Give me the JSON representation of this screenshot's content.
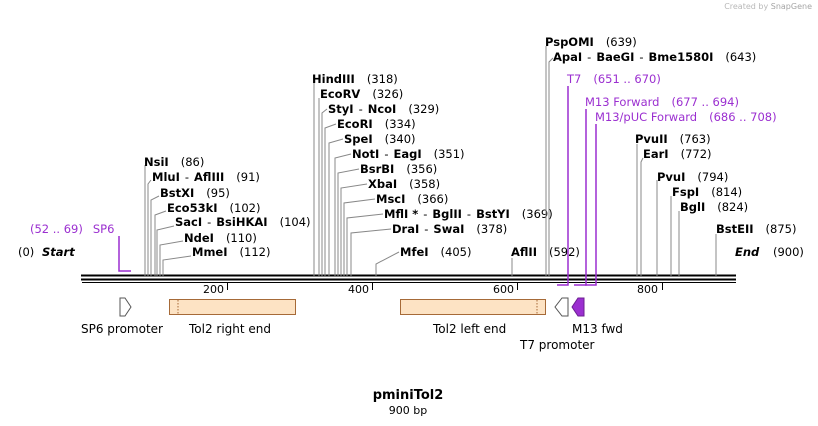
{
  "watermark": {
    "text": "Created by",
    "brand": "SnapGene"
  },
  "map": {
    "length": 900,
    "name": "pminiTol2",
    "length_label": "900 bp",
    "start_label": "Start",
    "end_label": "End",
    "start_pos": "(0)",
    "end_pos": "(900)",
    "ticks": [
      "200",
      "400",
      "600",
      "800"
    ]
  },
  "sites": [
    {
      "parts": [
        "NsiI"
      ],
      "pos": "(86)",
      "bp": 86
    },
    {
      "parts": [
        "MluI",
        "AflIII"
      ],
      "pos": "(91)",
      "bp": 91
    },
    {
      "parts": [
        "BstXI"
      ],
      "pos": "(95)",
      "bp": 95
    },
    {
      "parts": [
        "Eco53kI"
      ],
      "pos": "(102)",
      "bp": 102
    },
    {
      "parts": [
        "SacI",
        "BsiHKAI"
      ],
      "pos": "(104)",
      "bp": 104
    },
    {
      "parts": [
        "NdeI"
      ],
      "pos": "(110)",
      "bp": 110
    },
    {
      "parts": [
        "MmeI"
      ],
      "pos": "(112)",
      "bp": 112
    },
    {
      "parts": [
        "HindIII"
      ],
      "pos": "(318)",
      "bp": 318
    },
    {
      "parts": [
        "EcoRV"
      ],
      "pos": "(326)",
      "bp": 326
    },
    {
      "parts": [
        "StyI",
        "NcoI"
      ],
      "pos": "(329)",
      "bp": 329
    },
    {
      "parts": [
        "EcoRI"
      ],
      "pos": "(334)",
      "bp": 334
    },
    {
      "parts": [
        "SpeI"
      ],
      "pos": "(340)",
      "bp": 340
    },
    {
      "parts": [
        "NotI",
        "EagI"
      ],
      "pos": "(351)",
      "bp": 351
    },
    {
      "parts": [
        "BsrBI"
      ],
      "pos": "(356)",
      "bp": 356
    },
    {
      "parts": [
        "XbaI"
      ],
      "pos": "(358)",
      "bp": 358
    },
    {
      "parts": [
        "MscI"
      ],
      "pos": "(366)",
      "bp": 366
    },
    {
      "parts": [
        "MflI *",
        "BglII",
        "BstYI"
      ],
      "pos": "(369)",
      "bp": 369
    },
    {
      "parts": [
        "DraI",
        "SwaI"
      ],
      "pos": "(378)",
      "bp": 378
    },
    {
      "parts": [
        "MfeI"
      ],
      "pos": "(405)",
      "bp": 405
    },
    {
      "parts": [
        "AflII"
      ],
      "pos": "(592)",
      "bp": 592
    },
    {
      "parts": [
        "PspOMI"
      ],
      "pos": "(639)",
      "bp": 639
    },
    {
      "parts": [
        "ApaI",
        "BaeGI",
        "Bme1580I"
      ],
      "pos": "(643)",
      "bp": 643
    },
    {
      "parts": [
        "PvuII"
      ],
      "pos": "(763)",
      "bp": 763
    },
    {
      "parts": [
        "EarI"
      ],
      "pos": "(772)",
      "bp": 772
    },
    {
      "parts": [
        "PvuI"
      ],
      "pos": "(794)",
      "bp": 794
    },
    {
      "parts": [
        "FspI"
      ],
      "pos": "(814)",
      "bp": 814
    },
    {
      "parts": [
        "BglI"
      ],
      "pos": "(824)",
      "bp": 824
    },
    {
      "parts": [
        "BstEII"
      ],
      "pos": "(875)",
      "bp": 875
    }
  ],
  "primers": [
    {
      "name": "SP6",
      "range": "(52 .. 69)",
      "start": 52,
      "end": 69
    },
    {
      "name": "T7",
      "range": "(651 .. 670)",
      "start": 651,
      "end": 670
    },
    {
      "name": "M13 Forward",
      "range": "(677 .. 694)",
      "start": 677,
      "end": 694
    },
    {
      "name": "M13/pUC Forward",
      "range": "(686 .. 708)",
      "start": 686,
      "end": 708
    }
  ],
  "features": [
    {
      "name": "SP6 promoter",
      "type": "promoter",
      "direction": "forward"
    },
    {
      "name": "Tol2 right end",
      "type": "misc"
    },
    {
      "name": "Tol2 left end",
      "type": "misc"
    },
    {
      "name": "T7 promoter",
      "type": "promoter",
      "direction": "reverse"
    },
    {
      "name": "M13 fwd",
      "type": "primer_bind",
      "direction": "reverse"
    }
  ],
  "colors": {
    "primer": "#9b2fd0",
    "misc_fill": "#fde3c4",
    "misc_stroke": "#a66a38",
    "backbone": "#000000"
  }
}
